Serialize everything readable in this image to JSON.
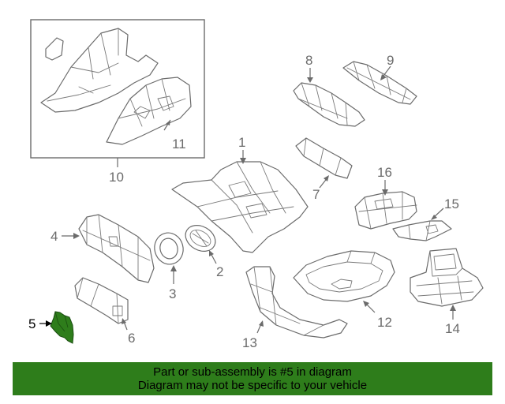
{
  "highlight_color": "#2e7d1b",
  "callouts": {
    "c1": "1",
    "c2": "2",
    "c3": "3",
    "c4": "4",
    "c5": "5",
    "c6": "6",
    "c7": "7",
    "c8": "8",
    "c9": "9",
    "c10": "10",
    "c11": "11",
    "c12": "12",
    "c13": "13",
    "c14": "14",
    "c15": "15",
    "c16": "16"
  },
  "banner": {
    "line1": "Part or sub-assembly is #5 in diagram",
    "line2": "Diagram may not be specific to your vehicle"
  }
}
